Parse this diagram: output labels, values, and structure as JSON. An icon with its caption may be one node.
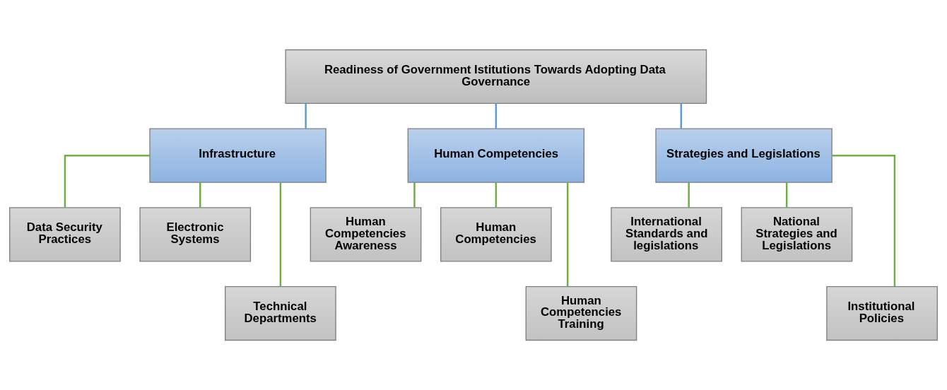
{
  "diagram": {
    "nodes": [
      {
        "text": [
          "Readiness of Government Istitutions Towards Adopting Data Governance"
        ]
      },
      {
        "text": [
          "Infrastructure"
        ]
      },
      {
        "text": [
          "Human Competencies"
        ]
      },
      {
        "text": [
          "Strategies and Legislations"
        ]
      },
      {
        "text": [
          "Data Security Practices"
        ]
      },
      {
        "text": [
          "Electronic Systems"
        ]
      },
      {
        "text": [
          "Human Competencies Awareness"
        ]
      },
      {
        "text": [
          "Human Competencies"
        ]
      },
      {
        "text": [
          "International Standards and legislations"
        ]
      },
      {
        "text": [
          "National Strategies and Legislations"
        ]
      },
      {
        "text": [
          "Technical Departments"
        ]
      },
      {
        "text": [
          "Human Competencies Training"
        ]
      },
      {
        "text": [
          "Institutional Policies"
        ]
      }
    ],
    "edges": [
      {
        "from": 0,
        "to": 1,
        "arrow": "none",
        "color": "#5b9bd5"
      },
      {
        "from": 0,
        "to": 2,
        "arrow": "none",
        "color": "#5b9bd5"
      },
      {
        "from": 0,
        "to": 3,
        "arrow": "none",
        "color": "#5b9bd5"
      },
      {
        "from": 1,
        "to": 4,
        "arrow": "none"
      },
      {
        "from": 1,
        "to": 5,
        "arrow": "none"
      },
      {
        "from": 1,
        "to": 10,
        "arrow": "none"
      },
      {
        "from": 2,
        "to": 6,
        "arrow": "none"
      },
      {
        "from": 2,
        "to": 7,
        "arrow": "none"
      },
      {
        "from": 2,
        "to": 11,
        "arrow": "none"
      },
      {
        "from": 3,
        "to": 8,
        "arrow": "none"
      },
      {
        "from": 3,
        "to": 9,
        "arrow": "none"
      },
      {
        "from": 3,
        "to": 12,
        "arrow": "none"
      }
    ]
  }
}
